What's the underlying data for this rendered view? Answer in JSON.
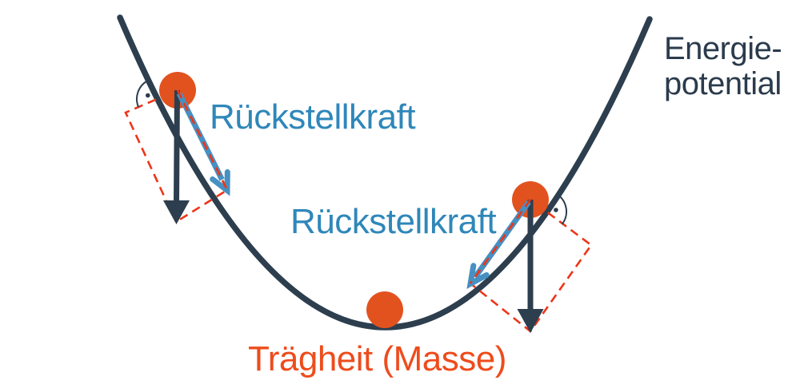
{
  "colors": {
    "curve_navy": "#2d3e4e",
    "arrow_navy": "#2d3e4e",
    "text_navy": "#2b3b4c",
    "force_blue": "#4690c2",
    "label_blue": "#2f87b9",
    "ball_orange": "#e2521f",
    "dash_red": "#ee3517",
    "label_orange": "#ee4c1c"
  },
  "labels": {
    "restoring_force_upper": "Rückstellkraft",
    "restoring_force_lower": "Rückstellkraft",
    "energy_potential_line1": "Energie-",
    "energy_potential_line2": "potential",
    "inertia_mass": "Trägheit (Masse)"
  }
}
